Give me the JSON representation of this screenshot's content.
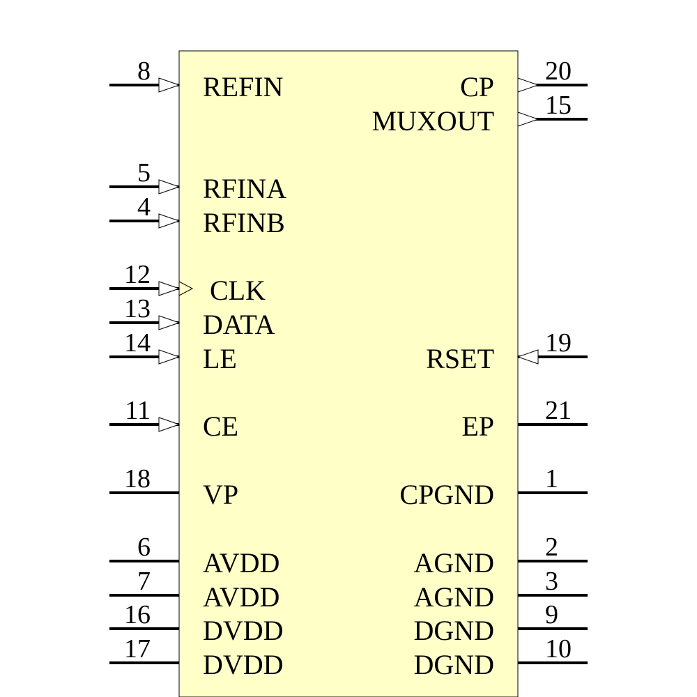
{
  "colors": {
    "body_fill": "#ffffc8",
    "line": "#000000",
    "arrow_fill": "#ffffff"
  },
  "pins": {
    "left": [
      {
        "name": "REFIN",
        "number": "8",
        "arrow": "in"
      },
      {
        "name": "RFINA",
        "number": "5",
        "arrow": "in"
      },
      {
        "name": "RFINB",
        "number": "4",
        "arrow": "in"
      },
      {
        "name": "CLK",
        "number": "12",
        "arrow": "in-clock"
      },
      {
        "name": "DATA",
        "number": "13",
        "arrow": "in"
      },
      {
        "name": "LE",
        "number": "14",
        "arrow": "in"
      },
      {
        "name": "CE",
        "number": "11",
        "arrow": "in"
      },
      {
        "name": "VP",
        "number": "18",
        "arrow": "none"
      },
      {
        "name": "AVDD",
        "number": "6",
        "arrow": "none"
      },
      {
        "name": "AVDD",
        "number": "7",
        "arrow": "none"
      },
      {
        "name": "DVDD",
        "number": "16",
        "arrow": "none"
      },
      {
        "name": "DVDD",
        "number": "17",
        "arrow": "none"
      }
    ],
    "right": [
      {
        "name": "CP",
        "number": "20",
        "arrow": "out"
      },
      {
        "name": "MUXOUT",
        "number": "15",
        "arrow": "out"
      },
      {
        "name": "RSET",
        "number": "19",
        "arrow": "in"
      },
      {
        "name": "EP",
        "number": "21",
        "arrow": "none"
      },
      {
        "name": "CPGND",
        "number": "1",
        "arrow": "none"
      },
      {
        "name": "AGND",
        "number": "2",
        "arrow": "none"
      },
      {
        "name": "AGND",
        "number": "3",
        "arrow": "none"
      },
      {
        "name": "DGND",
        "number": "9",
        "arrow": "none"
      },
      {
        "name": "DGND",
        "number": "10",
        "arrow": "none"
      }
    ]
  }
}
